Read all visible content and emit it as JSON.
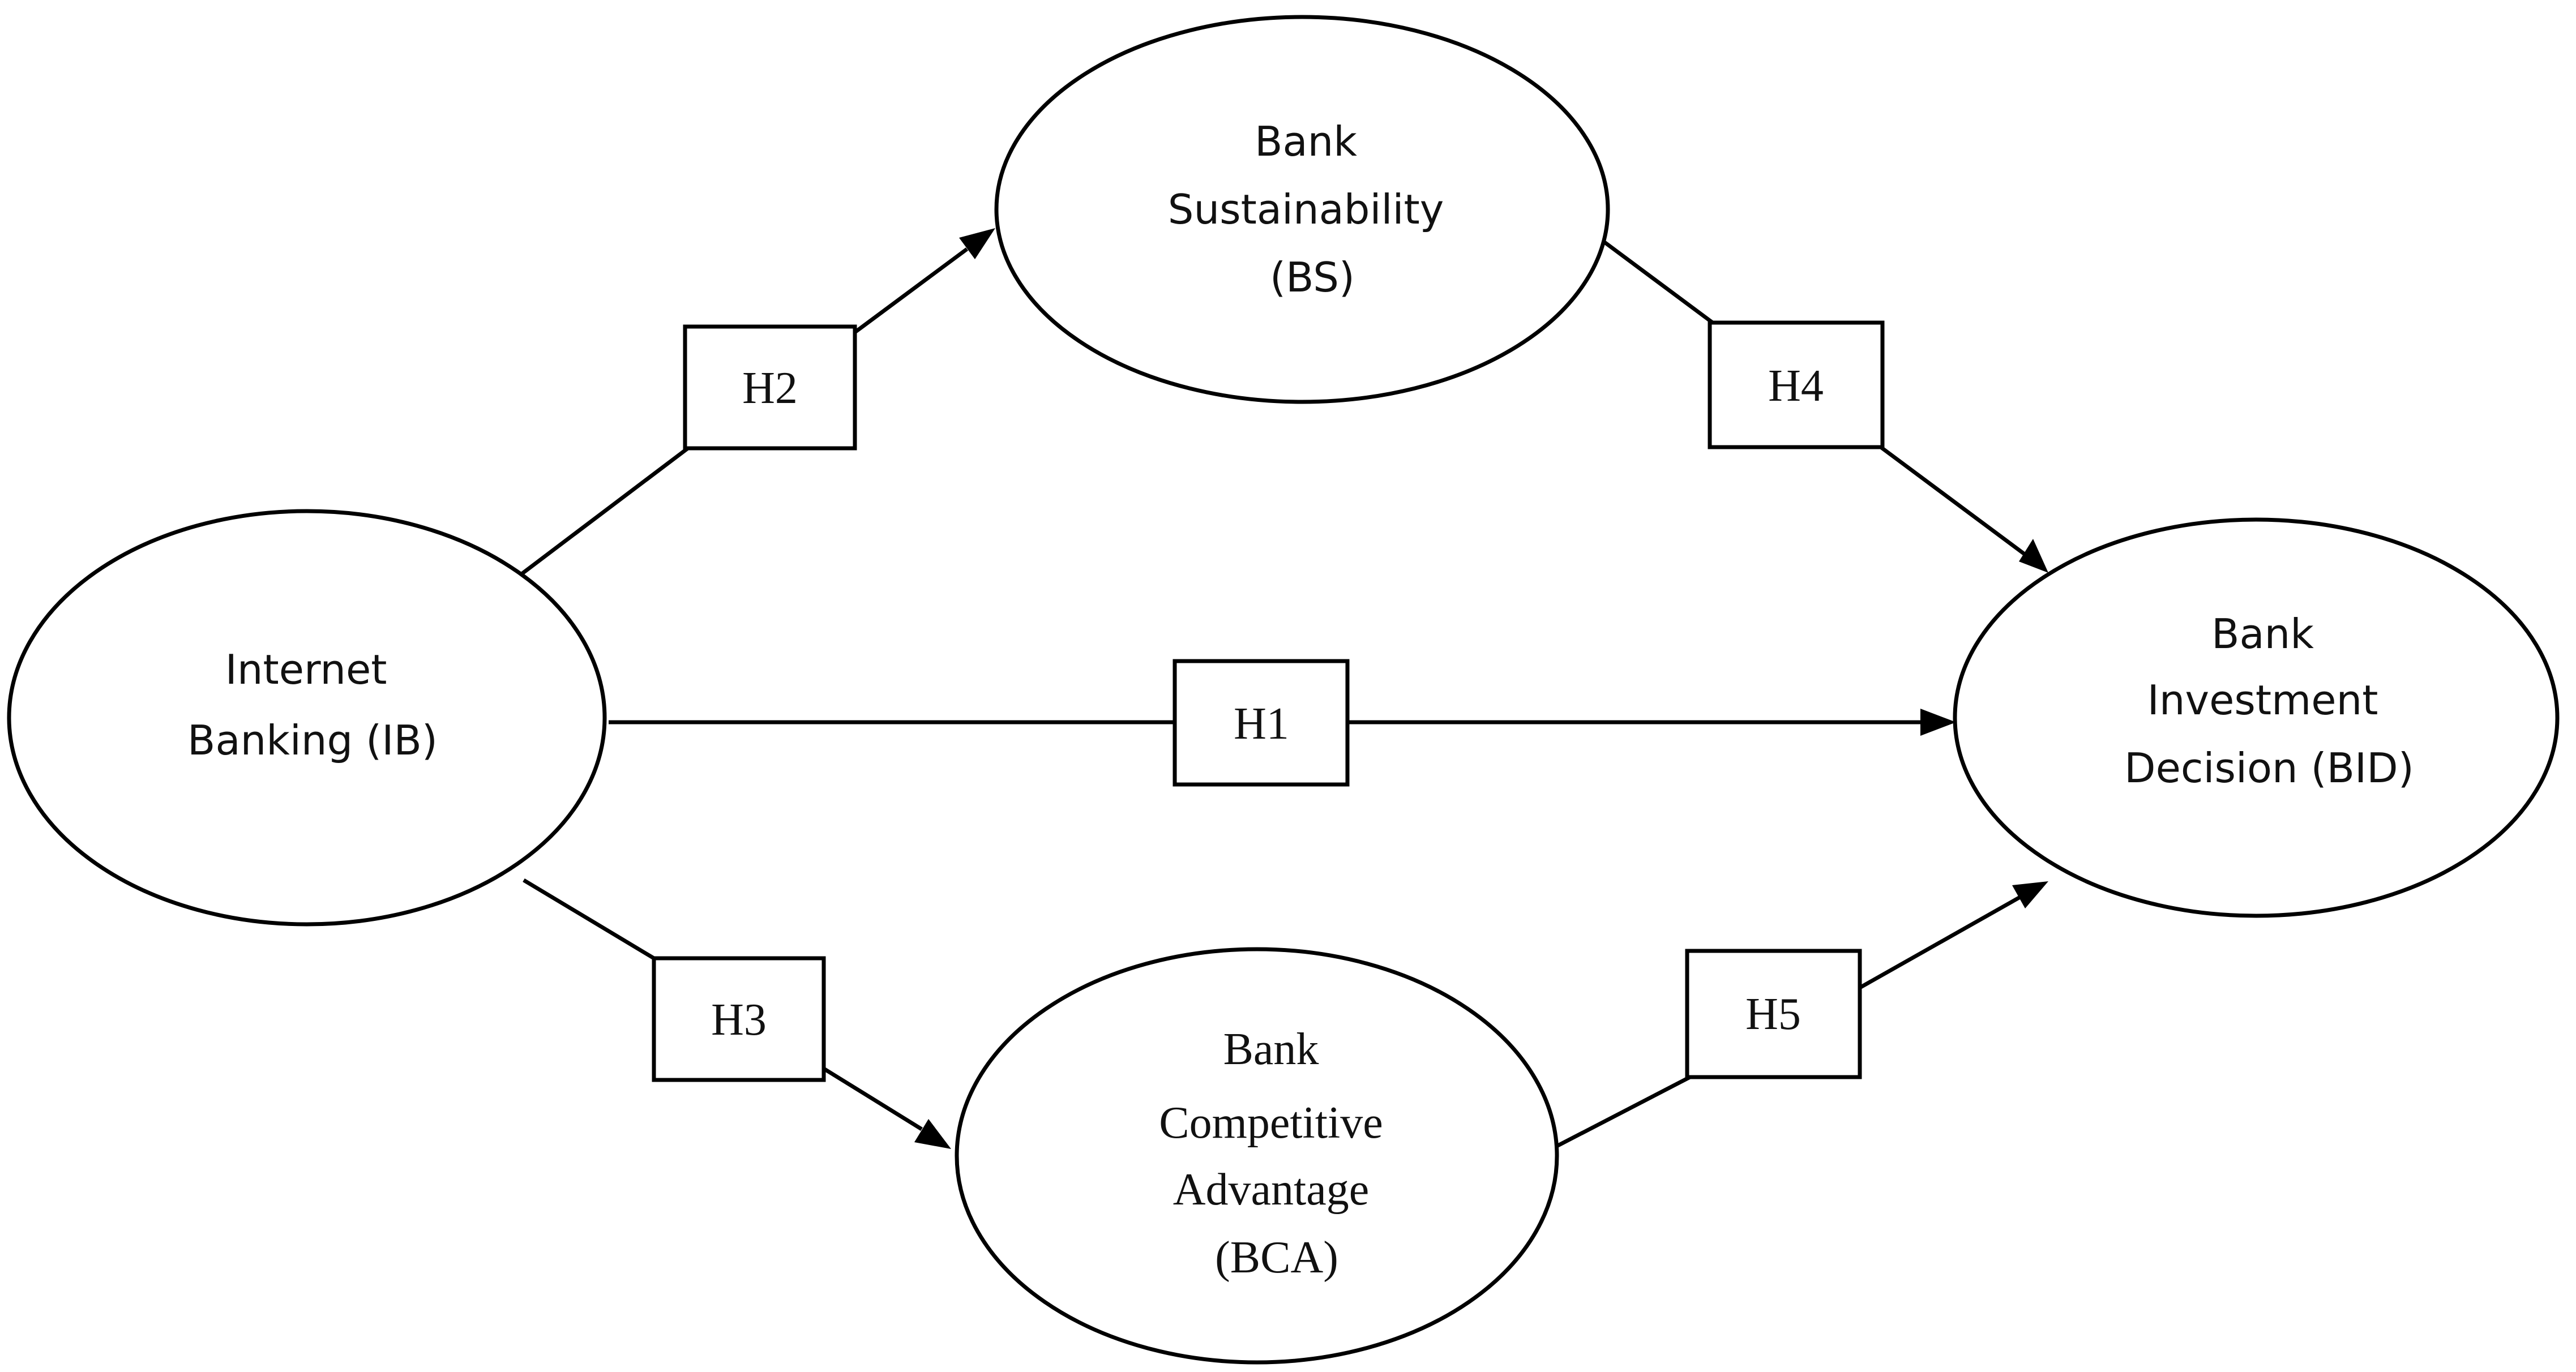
{
  "nodes": {
    "ib": {
      "lines": [
        "Internet",
        "Banking (IB)"
      ]
    },
    "bs": {
      "lines": [
        "Bank",
        "Sustainability",
        "(BS)"
      ]
    },
    "bca": {
      "lines": [
        "Bank",
        "Competitive",
        "Advantage",
        "(BCA)"
      ]
    },
    "bid": {
      "lines": [
        "Bank",
        "Investment",
        "Decision (BID)"
      ]
    }
  },
  "hypotheses": {
    "h1": "H1",
    "h2": "H2",
    "h3": "H3",
    "h4": "H4",
    "h5": "H5"
  },
  "edges": [
    {
      "from": "Internet Banking (IB)",
      "to": "Bank Investment Decision (BID)",
      "label": "H1"
    },
    {
      "from": "Internet Banking (IB)",
      "to": "Bank Sustainability (BS)",
      "label": "H2"
    },
    {
      "from": "Internet Banking (IB)",
      "to": "Bank Competitive Advantage (BCA)",
      "label": "H3"
    },
    {
      "from": "Bank Sustainability (BS)",
      "to": "Bank Investment Decision (BID)",
      "label": "H4"
    },
    {
      "from": "Bank Competitive Advantage (BCA)",
      "to": "Bank Investment Decision (BID)",
      "label": "H5"
    }
  ]
}
